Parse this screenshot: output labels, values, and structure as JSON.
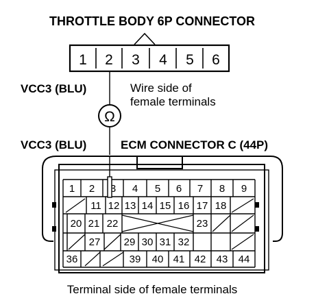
{
  "throttle_connector": {
    "title": "THROTTLE BODY 6P CONNECTOR",
    "pins": [
      "1",
      "2",
      "3",
      "4",
      "5",
      "6"
    ]
  },
  "labels": {
    "vcc3_top": "VCC3 (BLU)",
    "wire_side_1": "Wire side of",
    "wire_side_2": "female terminals",
    "vcc3_bottom": "VCC3 (BLU)",
    "ecm_title": "ECM CONNECTOR C (44P)",
    "terminal_side": "Terminal side of female terminals"
  },
  "meter": {
    "symbol": "Ω"
  },
  "ecm_connector": {
    "row1": [
      "1",
      "2",
      "3",
      "4",
      "5",
      "6",
      "7",
      "8",
      "9"
    ],
    "row2": [
      "11",
      "12",
      "13",
      "14",
      "15",
      "16",
      "17",
      "18"
    ],
    "row3": [
      "20",
      "21",
      "22",
      "23"
    ],
    "row4": [
      "27",
      "29",
      "30",
      "31",
      "32"
    ],
    "row5": [
      "36",
      "39",
      "40",
      "41",
      "42",
      "43",
      "44"
    ]
  }
}
